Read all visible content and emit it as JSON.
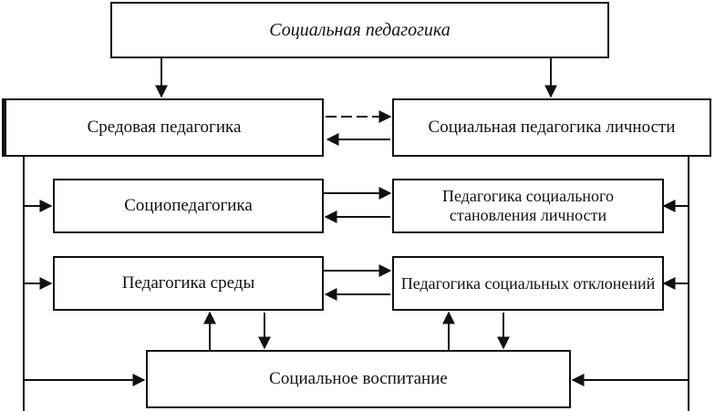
{
  "diagram": {
    "nodes": {
      "root": "Социальная педагогика",
      "env_pedagogy": "Средовая педагогика",
      "personal_social": "Социальная педагогика личности",
      "sociopedagogy": "Социопедагогика",
      "social_becoming": "Педагогика социального становления личности",
      "environment": "Педагогика среды",
      "social_deviations": "Педагогика социальных отклонений",
      "social_upbringing": "Социальное воспитание"
    }
  }
}
